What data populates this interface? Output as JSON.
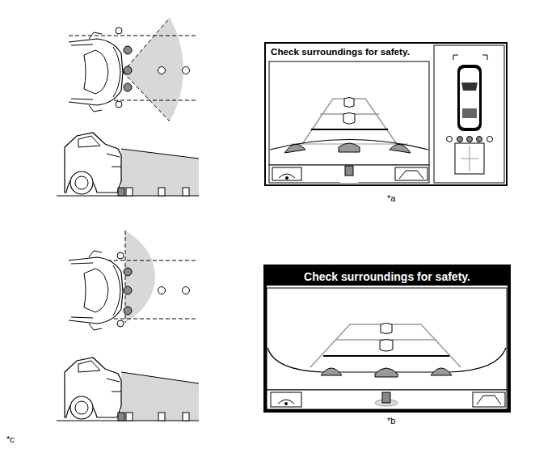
{
  "diagram": {
    "nodes": [
      {
        "text": [
          "Check surroundings for safety."
        ]
      },
      {
        "text": [
          "Check surroundings for safety."
        ]
      }
    ],
    "labels": [
      "*a",
      "*b",
      "*c"
    ]
  }
}
